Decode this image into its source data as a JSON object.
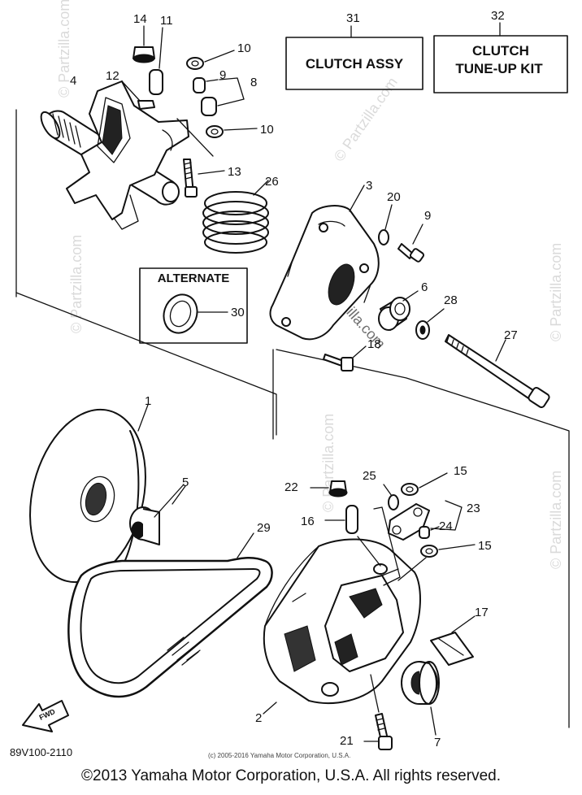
{
  "callouts": {
    "n1": "1",
    "n2": "2",
    "n3": "3",
    "n4": "4",
    "n5": "5",
    "n6": "6",
    "n7": "7",
    "n8": "8",
    "n9a": "9",
    "n9b": "9",
    "n10a": "10",
    "n10b": "10",
    "n11": "11",
    "n12": "12",
    "n13": "13",
    "n14": "14",
    "n15a": "15",
    "n15b": "15",
    "n16": "16",
    "n17": "17",
    "n18": "18",
    "n20": "20",
    "n21": "21",
    "n22": "22",
    "n23": "23",
    "n24": "24",
    "n25": "25",
    "n26": "26",
    "n27": "27",
    "n28": "28",
    "n29": "29",
    "n30": "30",
    "n31": "31",
    "n32": "32"
  },
  "boxes": {
    "clutch_assy": "CLUTCH ASSY",
    "tuneup_line1": "CLUTCH",
    "tuneup_line2": "TUNE-UP KIT",
    "alternate": "ALTERNATE"
  },
  "watermark": "© Partzilla.com",
  "fwd_label": "FWD",
  "diagram_code": "89V100-2110",
  "small_copyright": "(c) 2005-2016 Yamaha Motor Corporation, U.S.A.",
  "footer": "©2013 Yamaha Motor Corporation, U.S.A. All rights reserved."
}
